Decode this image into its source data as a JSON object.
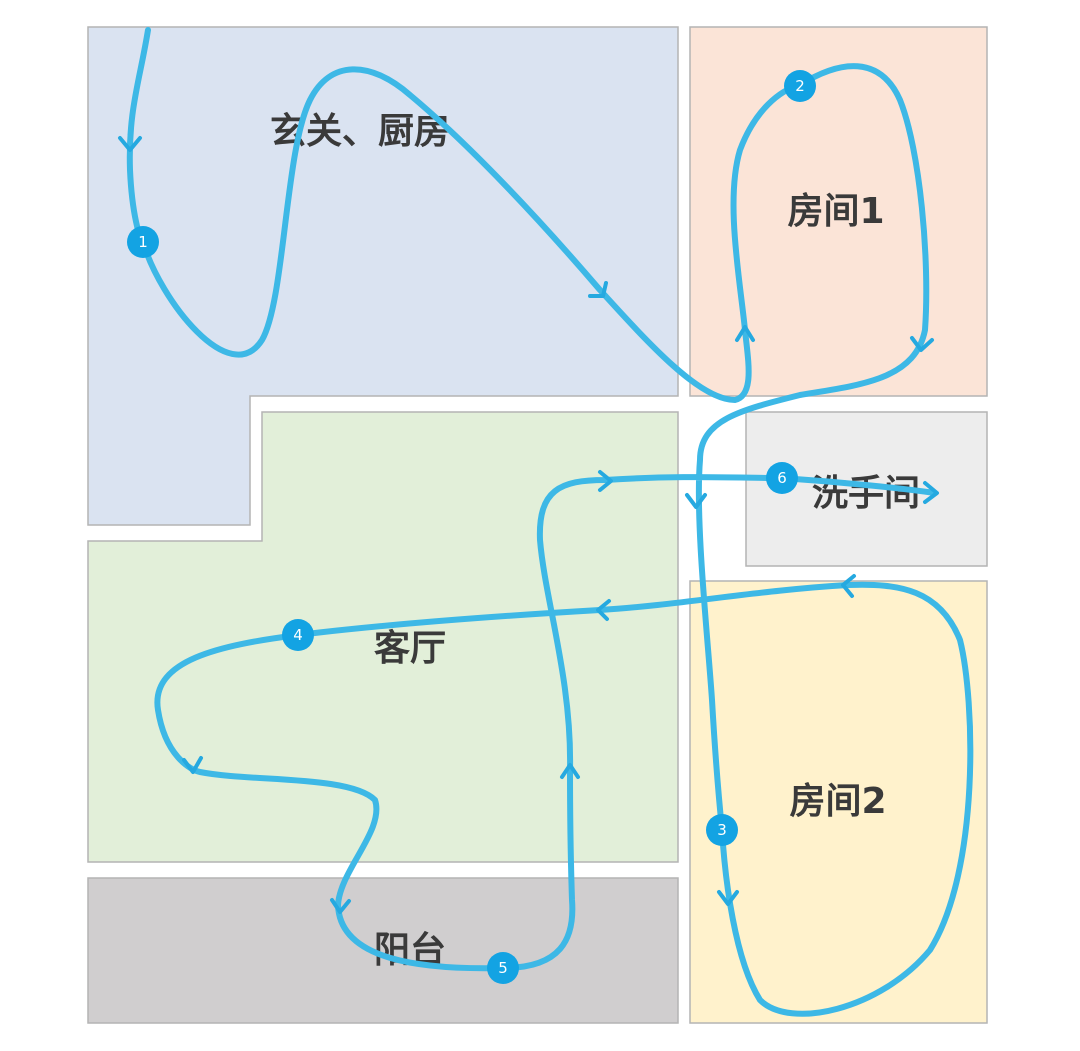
{
  "rooms": {
    "entry_kitchen": {
      "label": "玄关、厨房",
      "color": "#dae3f1"
    },
    "room1": {
      "label": "房间1",
      "color": "#fbe4d7"
    },
    "bathroom": {
      "label": "洗手间",
      "color": "#ededed"
    },
    "living_room": {
      "label": "客厅",
      "color": "#e2efd9"
    },
    "room2": {
      "label": "房间2",
      "color": "#fff2cc"
    },
    "balcony": {
      "label": "阳台",
      "color": "#d0cecf"
    }
  },
  "route": {
    "color": "#3db8e6",
    "markers": [
      "1",
      "2",
      "3",
      "4",
      "5",
      "6"
    ]
  }
}
